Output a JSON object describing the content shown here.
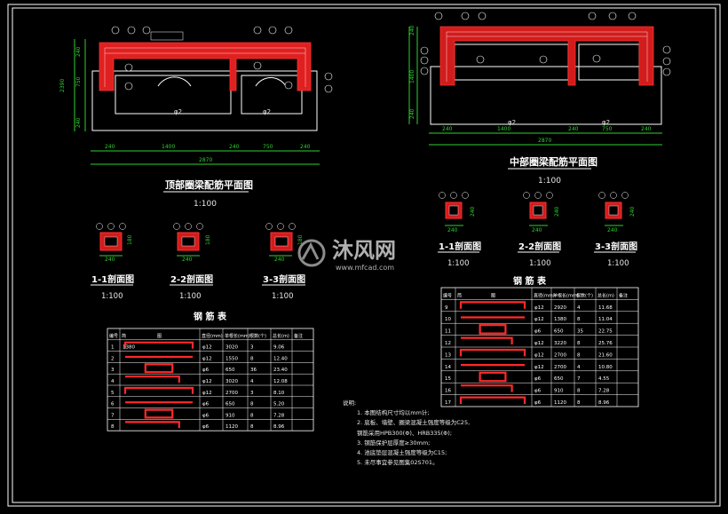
{
  "drawing": {
    "top_plan": {
      "title": "顶部圈梁配筋平面图",
      "scale": "1:100",
      "dims_bottom": [
        "240",
        "1400",
        "240",
        "750",
        "240"
      ],
      "total": "2870",
      "dims_left": [
        "240",
        "750",
        "2390",
        "240"
      ],
      "phi_marks": [
        "φ2",
        "φ2"
      ]
    },
    "mid_plan": {
      "title": "中部圈梁配筋平面图",
      "scale": "1:100",
      "dims_bottom": [
        "240",
        "1400",
        "240",
        "750",
        "240"
      ],
      "total": "2870",
      "dims_left": [
        "240",
        "1400",
        "240"
      ],
      "phi_marks": [
        "φ2",
        "φ2"
      ]
    },
    "sections_left": [
      {
        "title": "1-1剖面图",
        "scale": "1:100",
        "dim_w": "240",
        "dim_h": "180"
      },
      {
        "title": "2-2剖面图",
        "scale": "1:100",
        "dim_w": "240",
        "dim_h": "180"
      },
      {
        "title": "3-3剖面图",
        "scale": "1:100",
        "dim_w": "240",
        "dim_h": "180"
      }
    ],
    "sections_right": [
      {
        "title": "1-1剖面图",
        "scale": "1:100",
        "dim_w": "240",
        "dim_h": "240"
      },
      {
        "title": "2-2剖面图",
        "scale": "1:100",
        "dim_w": "240",
        "dim_h": "240"
      },
      {
        "title": "3-3剖面图",
        "scale": "1:100",
        "dim_w": "240",
        "dim_h": "240"
      }
    ],
    "table_left": {
      "title": "钢 筋 表",
      "headers": [
        "编号",
        "简",
        "图",
        "直径(mm)",
        "单根长(mm)",
        "根数(个)",
        "总长(m)",
        "备注"
      ],
      "rows": [
        [
          "1",
          "1380",
          "",
          "φ12",
          "3020",
          "3",
          "9.06",
          ""
        ],
        [
          "2",
          "",
          "",
          "φ12",
          "1550",
          "8",
          "12.40",
          ""
        ],
        [
          "3",
          "",
          "",
          "φ6",
          "650",
          "36",
          "23.40",
          ""
        ],
        [
          "4",
          "",
          "",
          "φ12",
          "3020",
          "4",
          "12.08",
          ""
        ],
        [
          "5",
          "",
          "",
          "φ12",
          "2700",
          "3",
          "8.10",
          ""
        ],
        [
          "6",
          "",
          "",
          "φ6",
          "650",
          "8",
          "5.20",
          ""
        ],
        [
          "7",
          "",
          "",
          "φ6",
          "910",
          "8",
          "7.28",
          ""
        ],
        [
          "8",
          "",
          "",
          "φ6",
          "1120",
          "8",
          "8.96",
          ""
        ]
      ]
    },
    "table_right": {
      "title": "钢 筋 表",
      "headers": [
        "编号",
        "简",
        "图",
        "直径(mm)",
        "单根长(mm)",
        "根数(个)",
        "总长(m)",
        "备注"
      ],
      "rows": [
        [
          "9",
          "",
          "",
          "φ12",
          "2920",
          "4",
          "11.68",
          ""
        ],
        [
          "10",
          "",
          "",
          "φ12",
          "1380",
          "8",
          "11.04",
          ""
        ],
        [
          "11",
          "",
          "",
          "φ6",
          "650",
          "35",
          "22.75",
          ""
        ],
        [
          "12",
          "",
          "",
          "φ12",
          "3220",
          "8",
          "25.76",
          ""
        ],
        [
          "13",
          "",
          "",
          "φ12",
          "2700",
          "8",
          "21.60",
          ""
        ],
        [
          "14",
          "",
          "",
          "φ12",
          "2700",
          "4",
          "10.80",
          ""
        ],
        [
          "15",
          "",
          "",
          "φ6",
          "650",
          "7",
          "4.55",
          ""
        ],
        [
          "16",
          "",
          "",
          "φ6",
          "910",
          "8",
          "7.28",
          ""
        ],
        [
          "17",
          "",
          "",
          "φ6",
          "1120",
          "8",
          "8.96",
          ""
        ]
      ]
    },
    "notes": {
      "heading": "说明:",
      "items": [
        "1. 本图结构尺寸均以mm计;",
        "2. 底板、墙壁、圈梁混凝土强度等级为C25,",
        "   钢筋采用HPB300(Φ)、HRB335(Φ);",
        "3. 钢筋保护层厚度≥30mm;",
        "4. 池底垫层混凝土强度等级为C15;",
        "5. 未尽事宜参见图集02S701。"
      ]
    },
    "watermark": {
      "brand": "沐风网",
      "url": "www.mfcad.com"
    }
  }
}
